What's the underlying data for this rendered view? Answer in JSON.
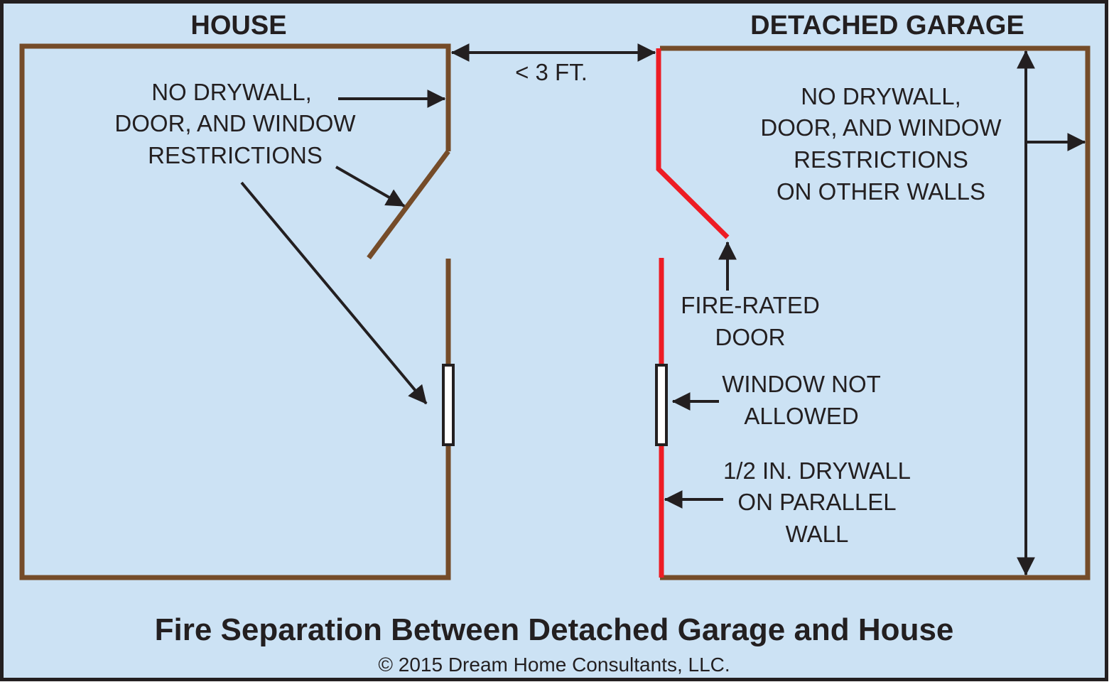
{
  "colors": {
    "background": "#cce2f4",
    "frame": "#231f20",
    "wall": "#754c29",
    "fire_wall": "#ed1c24",
    "arrow": "#231f20",
    "window_fill": "#ffffff",
    "text": "#231f20"
  },
  "headings": {
    "house": "HOUSE",
    "garage": "DETACHED GARAGE"
  },
  "labels": {
    "distance": "< 3 FT.",
    "house_restrictions": [
      "NO DRYWALL,",
      "DOOR, AND WINDOW",
      "RESTRICTIONS"
    ],
    "garage_restrictions": [
      "NO DRYWALL,",
      "DOOR, AND WINDOW",
      "RESTRICTIONS",
      "ON OTHER WALLS"
    ],
    "fire_rated_door": [
      "FIRE-RATED",
      "DOOR"
    ],
    "window_not_allowed": [
      "WINDOW NOT",
      "ALLOWED"
    ],
    "drywall_parallel": [
      "1/2 IN. DRYWALL",
      "ON PARALLEL",
      "WALL"
    ]
  },
  "footer": {
    "title": "Fire Separation Between Detached Garage and House",
    "copyright": "© 2015 Dream Home Consultants, LLC."
  }
}
